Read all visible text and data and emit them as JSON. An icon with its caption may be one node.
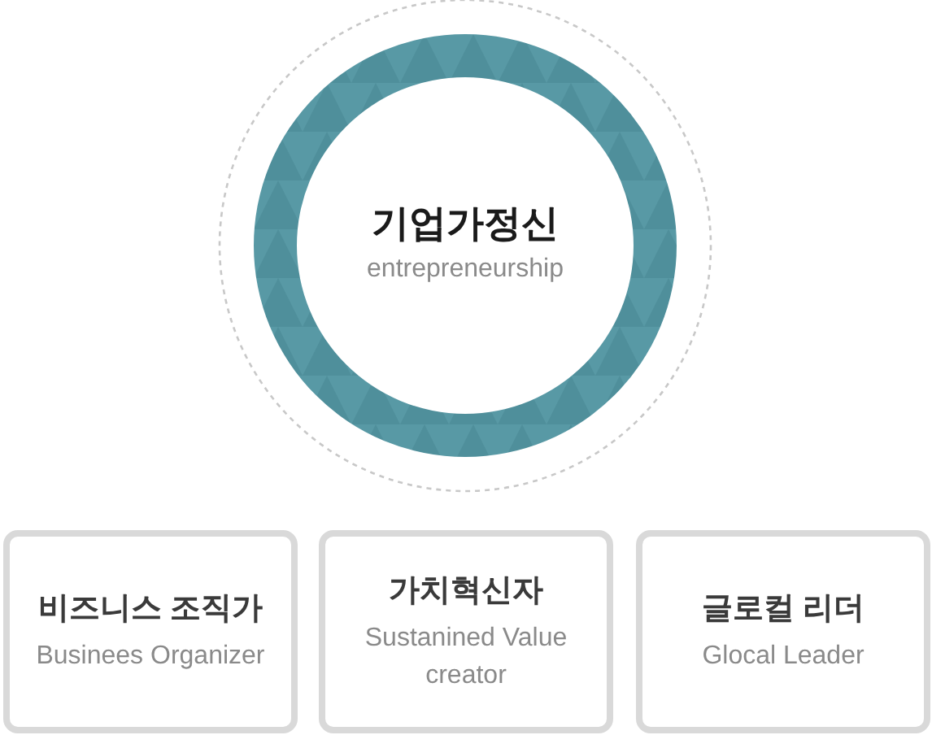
{
  "diagram": {
    "nodes": [
      {
        "text": [
          "기업가정신",
          "entrepreneurship"
        ]
      },
      {
        "text": [
          "비즈니스 조직가",
          "Businees Organizer"
        ]
      },
      {
        "text": [
          "가치혁신자",
          "Sustanined Value creator"
        ]
      },
      {
        "text": [
          "글로컬 리더",
          "Glocal Leader"
        ]
      }
    ]
  }
}
